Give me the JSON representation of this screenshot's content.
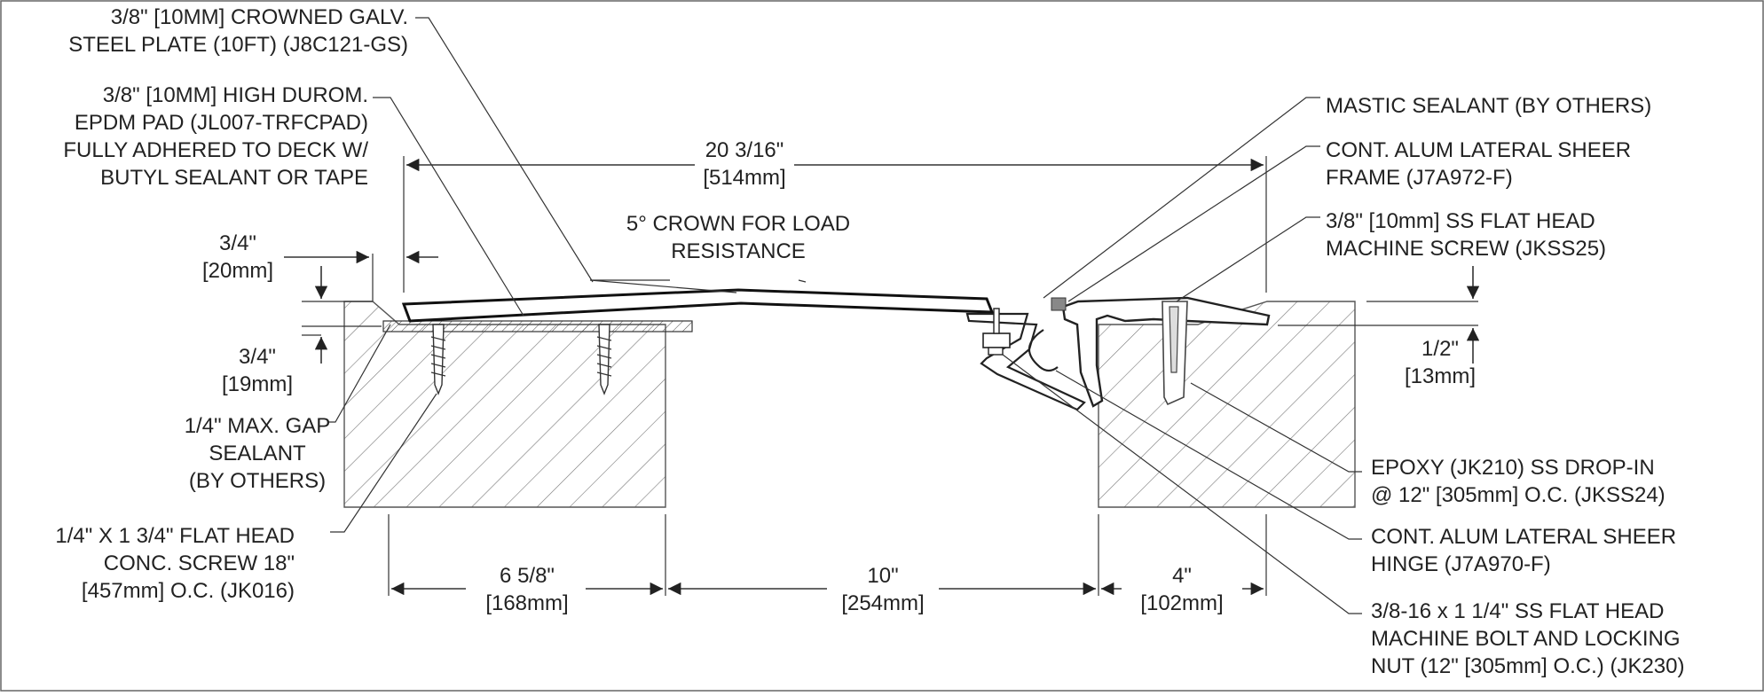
{
  "labels": {
    "plate": [
      "3/8\" [10MM] CROWNED GALV.",
      "STEEL PLATE (10FT) (J8C121-GS)"
    ],
    "pad": [
      "3/8\" [10MM] HIGH DUROM.",
      "EPDM PAD (JL007-TRFCPAD)",
      "FULLY ADHERED TO DECK W/",
      "BUTYL SEALANT OR TAPE"
    ],
    "mastic": [
      "MASTIC SEALANT (BY OTHERS)"
    ],
    "frame": [
      "CONT. ALUM LATERAL SHEER",
      "FRAME (J7A972-F)"
    ],
    "ss_screw": [
      "3/8\" [10mm] SS FLAT HEAD",
      "MACHINE SCREW (JKSS25)"
    ],
    "crown": [
      "5° CROWN FOR LOAD",
      "RESISTANCE"
    ],
    "gap_sealant": [
      "1/4\" MAX. GAP",
      "SEALANT",
      "(BY OTHERS)"
    ],
    "conc_screw": [
      "1/4\" X 1 3/4\" FLAT HEAD",
      "CONC. SCREW 18\"",
      "[457mm] O.C. (JK016)"
    ],
    "epoxy": [
      "EPOXY (JK210) SS DROP-IN",
      "@ 12\" [305mm] O.C. (JKSS24)"
    ],
    "hinge": [
      "CONT. ALUM LATERAL SHEER",
      "HINGE (J7A970-F)"
    ],
    "bolt": [
      "3/8-16 x 1 1/4\" SS FLAT HEAD",
      "MACHINE BOLT AND LOCKING",
      "NUT (12\" [305mm] O.C.) (JK230)"
    ]
  },
  "dimensions": {
    "overall": [
      "20 3/16\"",
      "[514mm]"
    ],
    "top_left": [
      "3/4\"",
      "[20mm]"
    ],
    "pad_thk": [
      "3/4\"",
      "[19mm]"
    ],
    "right_step": [
      "1/2\"",
      "[13mm]"
    ],
    "left_block": [
      "6 5/8\"",
      "[168mm]"
    ],
    "gap": [
      "10\"",
      "[254mm]"
    ],
    "right_block": [
      "4\"",
      "[102mm]"
    ]
  }
}
